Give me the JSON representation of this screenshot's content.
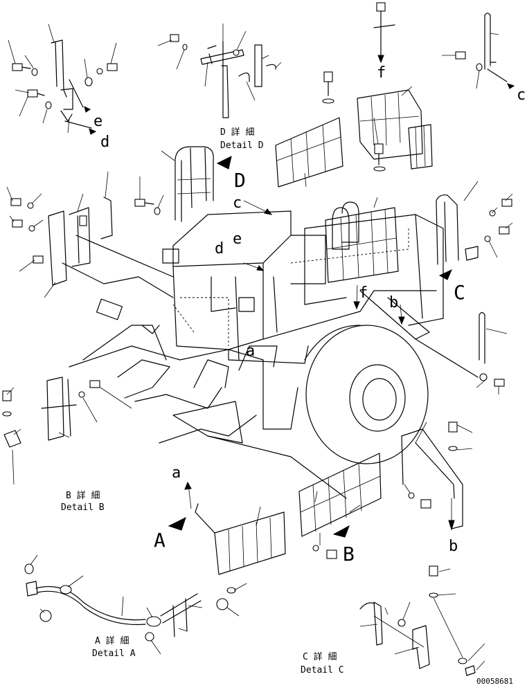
{
  "callouts": {
    "A": "A",
    "B": "B",
    "C": "C",
    "D": "D",
    "a": "a",
    "b": "b",
    "c": "c",
    "d": "d",
    "e": "e",
    "f": "f"
  },
  "details": {
    "A": {
      "jp": "A 詳 細",
      "en": "Detail A"
    },
    "B": {
      "jp": "B 詳 細",
      "en": "Detail B"
    },
    "C": {
      "jp": "C 詳 細",
      "en": "Detail C"
    },
    "D": {
      "jp": "D 詳 細",
      "en": "Detail D"
    }
  },
  "drawing_number": "00058681"
}
